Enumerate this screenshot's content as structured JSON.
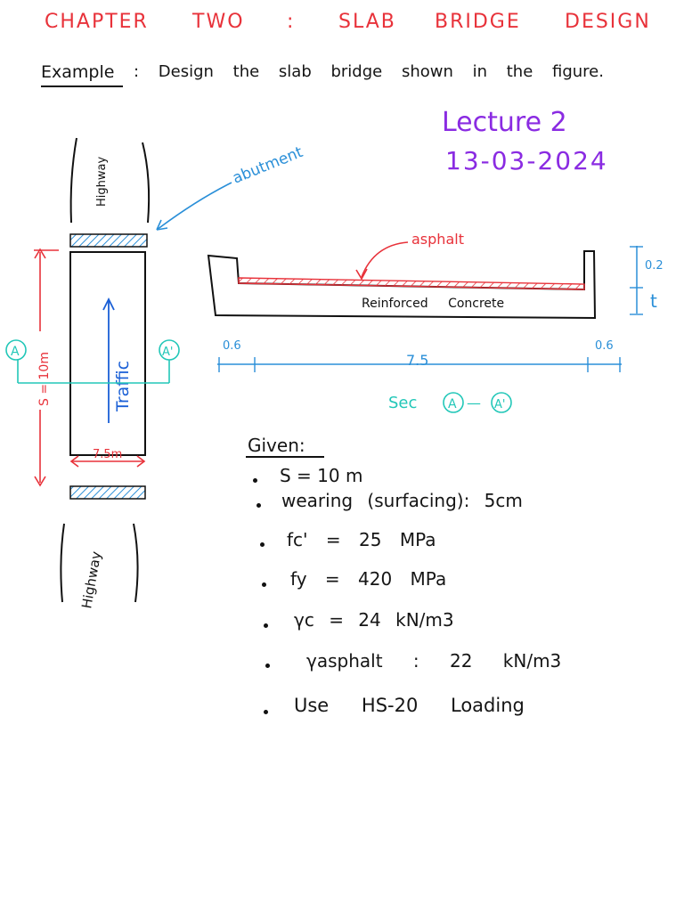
{
  "header": {
    "chapter_words": [
      "CHAPTER",
      "TWO",
      ":",
      "SLAB",
      "BRIDGE",
      "DESIGN"
    ]
  },
  "example": {
    "label": "Example",
    "text": ": Design the slab bridge shown in the figure."
  },
  "lecture": {
    "label": "Lecture 2",
    "date": "13-03-2024"
  },
  "plan_view": {
    "abutment_label": "abutment",
    "highway_top": "Highway",
    "highway_bottom": "Highway",
    "span_label": "S = 10m",
    "width_label": "7.5m",
    "traffic_label": "Traffic",
    "section_mark_left": "A",
    "section_mark_right": "A'"
  },
  "section_view": {
    "asphalt_label": "asphalt",
    "concrete_label": "Reinforced Concrete",
    "curb_height": "0.2",
    "thickness_label": "t",
    "left_curb_width": "0.6",
    "right_curb_width": "0.6",
    "deck_width": "7.5",
    "section_caption_prefix": "Sec",
    "section_caption_a": "A",
    "section_caption_dash": "—",
    "section_caption_b": "A'"
  },
  "given": {
    "title": "Given:",
    "items": [
      "S = 10 m",
      "wearing (surfacing): 5cm",
      "fc' = 25 MPa",
      "fy = 420 MPa",
      "γc = 24 kN/m3",
      "γasphalt : 22 kN/m3",
      "Use HS-20 Loading"
    ]
  },
  "colors": {
    "header": "#e8323a",
    "lecture": "#8a2be2",
    "section": "#22c7b8",
    "traffic": "#1a5fd6",
    "abutment_hatch": "#2a8fd8"
  }
}
